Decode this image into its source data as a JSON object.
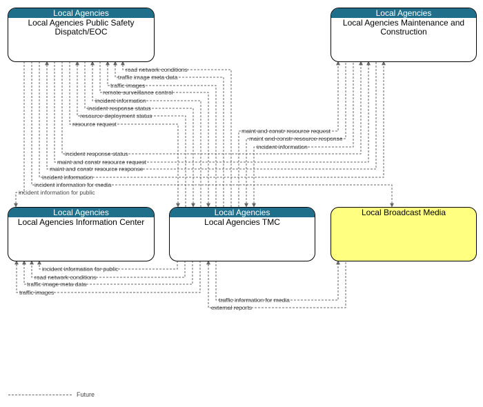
{
  "nodes": {
    "psdispatch": {
      "header": "Local Agencies",
      "name": "Local Agencies Public Safety Dispatch/EOC"
    },
    "maint": {
      "header": "Local Agencies",
      "name": "Local Agencies Maintenance and Construction"
    },
    "infocenter": {
      "header": "Local Agencies",
      "name": "Local Agencies Information Center"
    },
    "tmc": {
      "header": "Local Agencies",
      "name": "Local Agencies TMC"
    },
    "media": {
      "header": "",
      "name": "Local Broadcast Media",
      "fill": "#ffff80"
    }
  },
  "flows": [
    "road network conditions",
    "traffic image meta data",
    "traffic images",
    "remote surveillance control",
    "incident information",
    "incident response status",
    "resource deployment status",
    "resource request",
    "maint and constr resource request",
    "maint and constr resource response",
    "incident information",
    "incident response status",
    "maint and constr resource request",
    "maint and constr resource response",
    "incident information",
    "incident information for media",
    "incident information for public",
    "incident information for public",
    "road network conditions",
    "traffic image meta data",
    "traffic images",
    "traffic information for media",
    "external reports"
  ],
  "legend": {
    "future": "Future"
  },
  "colors": {
    "header": "#1f6f8b",
    "flow_line": "#666666"
  }
}
